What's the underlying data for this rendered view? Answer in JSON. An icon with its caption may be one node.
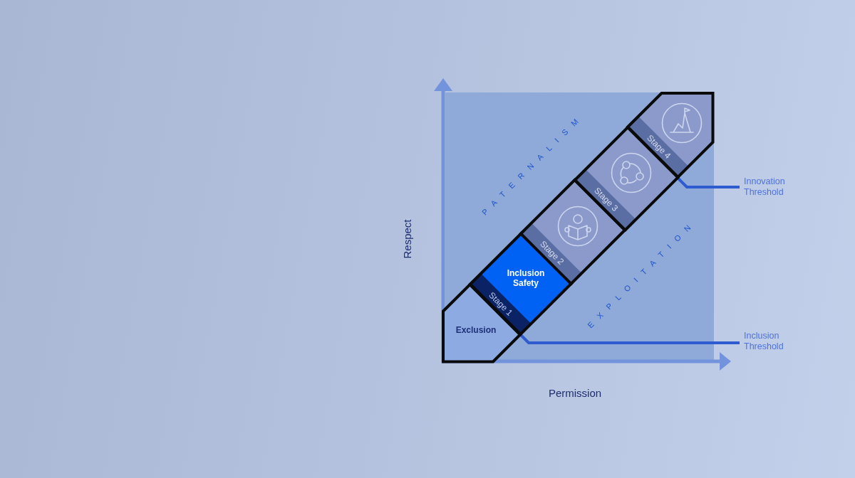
{
  "diagram": {
    "nodes": [
      {
        "text": [
          "Exclusion"
        ]
      },
      {
        "text": [
          "Stage 1",
          "Inclusion Safety"
        ]
      },
      {
        "text": [
          "Stage 2"
        ]
      },
      {
        "text": [
          "Stage 3"
        ]
      },
      {
        "text": [
          "Stage 4"
        ]
      },
      {
        "text": [
          "Inclusion Threshold"
        ]
      },
      {
        "text": [
          "Innovation Threshold"
        ]
      }
    ],
    "edges": [
      {
        "from": 5,
        "to": 0,
        "arrow": "none"
      },
      {
        "from": 6,
        "to": 4,
        "arrow": "none"
      }
    ],
    "labels": [
      "PATERNALISM",
      "Respect",
      "EXPLOITATION",
      "Permission"
    ]
  }
}
